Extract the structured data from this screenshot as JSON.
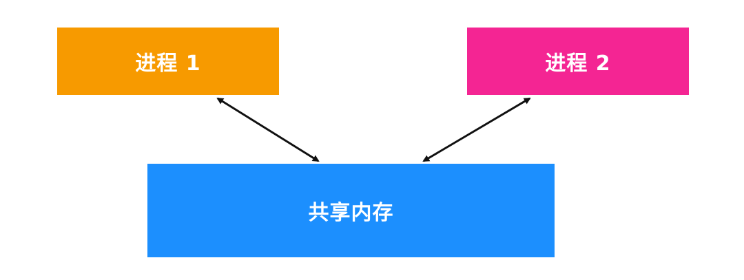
{
  "nodes": {
    "process_1": {
      "label": "进程 1",
      "color": "#F79A00"
    },
    "process_2": {
      "label": "进程 2",
      "color": "#F42593"
    },
    "shared_memory": {
      "label": "共享内存",
      "color": "#1C8FFE"
    }
  },
  "edges": [
    {
      "from": "process_1",
      "to": "shared_memory",
      "direction": "both"
    },
    {
      "from": "process_2",
      "to": "shared_memory",
      "direction": "both"
    }
  ],
  "colors": {
    "arrow": "#111111",
    "background": "#FFFFFF"
  }
}
